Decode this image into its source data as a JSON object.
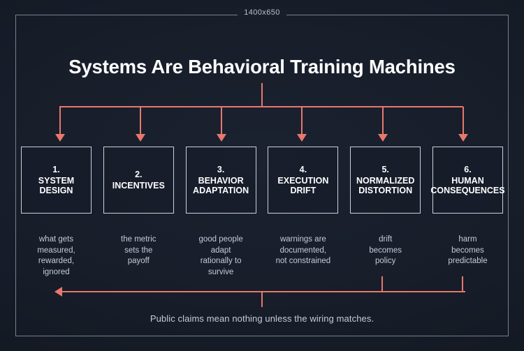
{
  "canvas": {
    "dimension_label": "1400x650",
    "background_color": "#171d29",
    "accent_color": "#e8776e",
    "frame_color": "#8d97a6",
    "text_color": "#c4ccd9"
  },
  "title": "Systems Are Behavioral Training Machines",
  "stages": [
    {
      "number": "1.",
      "label": "SYSTEM\nDESIGN",
      "caption": "what gets\nmeasured,\nrewarded,\nignored"
    },
    {
      "number": "2.",
      "label": "INCENTIVES",
      "caption": "the metric\nsets the\npayoff"
    },
    {
      "number": "3.",
      "label": "BEHAVIOR\nADAPTATION",
      "caption": "good people\nadapt\nrationally to\nsurvive"
    },
    {
      "number": "4.",
      "label": "EXECUTION\nDRIFT",
      "caption": "warnings are\ndocumented,\nnot constrained"
    },
    {
      "number": "5.",
      "label": "NORMALIZED\nDISTORTION",
      "caption": "drift\nbecomes\npolicy"
    },
    {
      "number": "6.",
      "label": "HUMAN\nCONSEQUENCES",
      "caption": "harm\nbecomes\npredictable"
    }
  ],
  "footer": "Public claims mean nothing unless the wiring matches."
}
